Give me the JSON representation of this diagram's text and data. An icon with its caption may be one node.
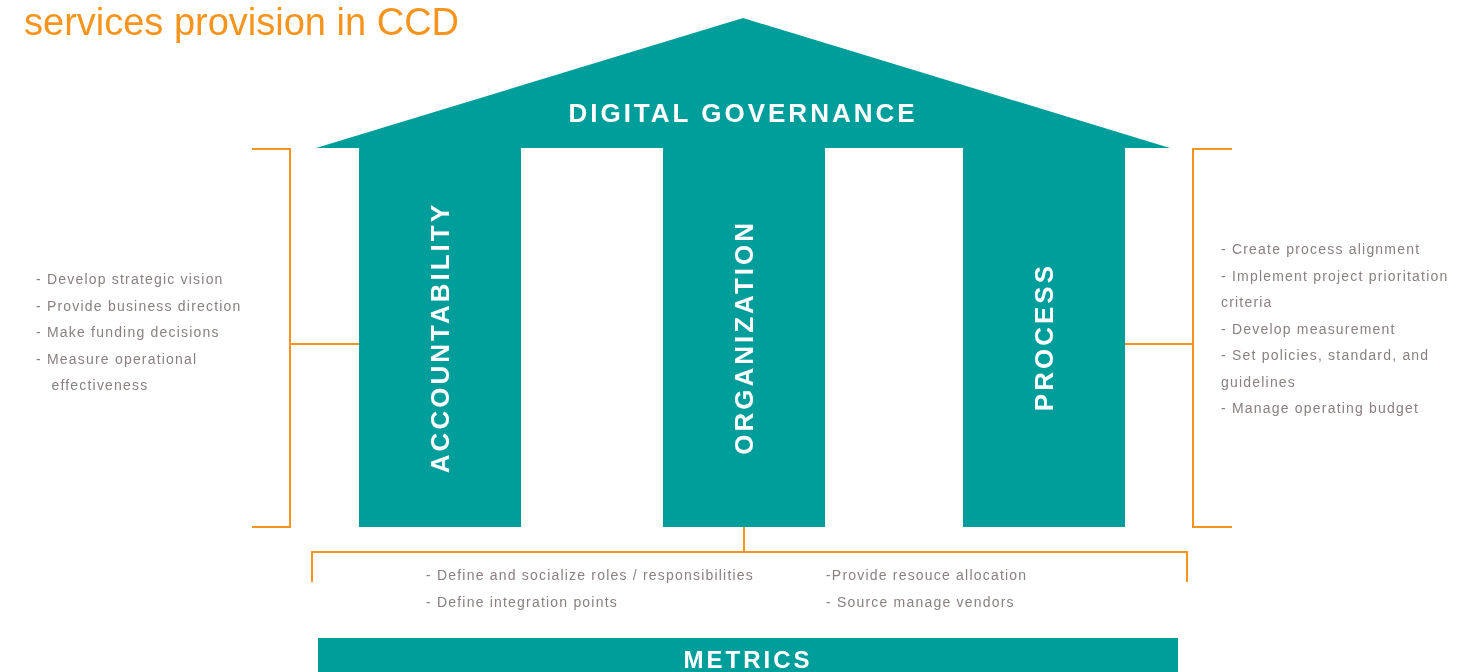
{
  "diagram": {
    "title": "services provision in CCD",
    "nodes": [
      {
        "text": [
          "DIGITAL GOVERNANCE"
        ]
      },
      {
        "text": [
          "ACCOUNTABILITY"
        ]
      },
      {
        "text": [
          "ORGANIZATION"
        ]
      },
      {
        "text": [
          "PROCESS"
        ]
      },
      {
        "text": [
          "- Develop strategic vision",
          "- Provide business direction",
          "- Make funding decisions",
          "- Measure operational effectiveness"
        ]
      },
      {
        "text": [
          "- Create process alignment",
          "- Implement project prioritation criteria",
          "- Develop measurement",
          "- Set policies, standard, and guidelines",
          "- Manage operating budget"
        ]
      },
      {
        "text": [
          "- Define and socialize roles / responsibilities",
          "- Define integration points",
          "-Provide resouce allocation",
          "- Source manage vendors"
        ]
      },
      {
        "text": [
          "METRICS"
        ]
      }
    ],
    "edges": [
      {
        "from": 1,
        "to": 4,
        "arrow": "none"
      },
      {
        "from": 3,
        "to": 5,
        "arrow": "none"
      },
      {
        "from": 2,
        "to": 6,
        "arrow": "none"
      }
    ]
  }
}
